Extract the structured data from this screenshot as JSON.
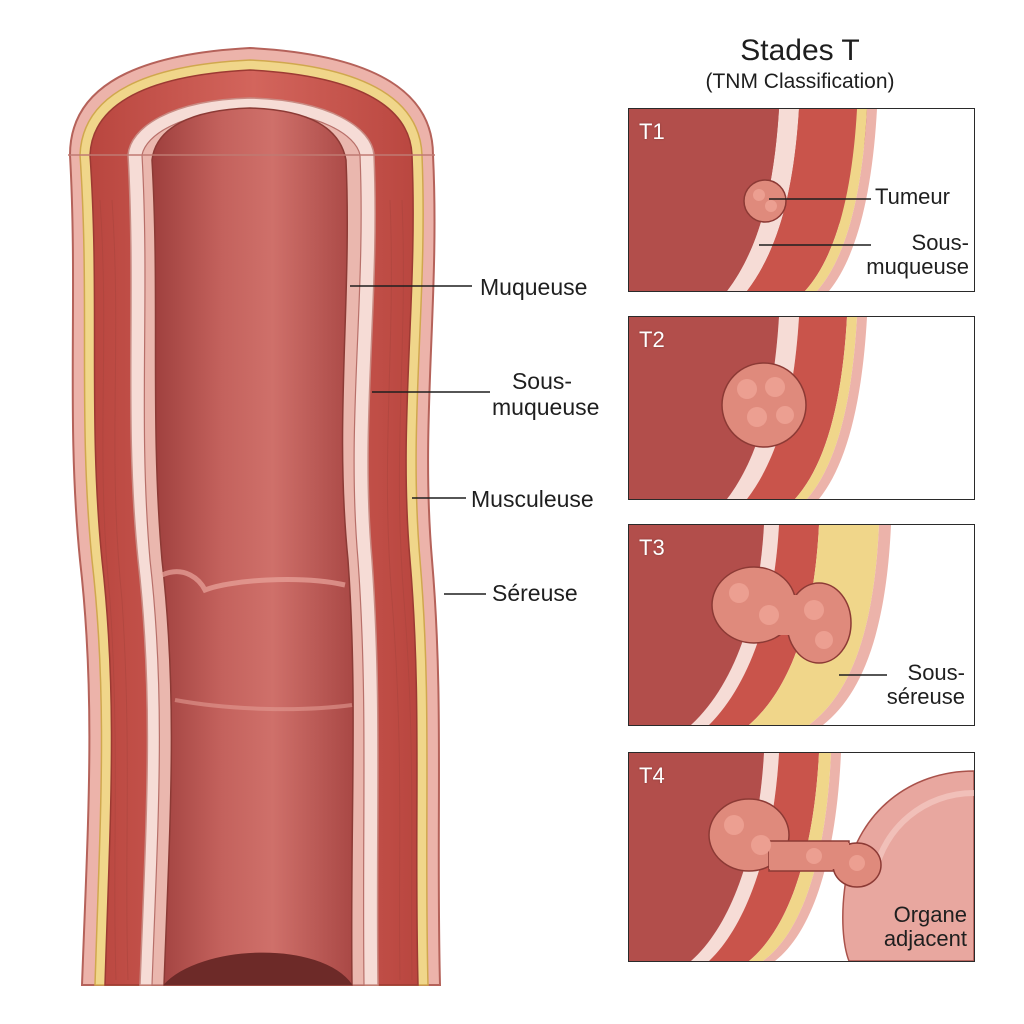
{
  "title": {
    "main": "Stades T",
    "sub": "(TNM Classification)"
  },
  "wall_labels": {
    "muqueuse": "Muqueuse",
    "sous_muqueuse_1": "Sous-",
    "sous_muqueuse_2": "muqueuse",
    "musculeuse": "Musculeuse",
    "sereuse": "Séreuse"
  },
  "stages": [
    {
      "label": "T1",
      "notes": [
        "Tumeur",
        "Sous-",
        "muqueuse"
      ]
    },
    {
      "label": "T2",
      "notes": []
    },
    {
      "label": "T3",
      "notes": [
        "Sous-",
        "séreuse"
      ]
    },
    {
      "label": "T4",
      "notes": [
        "Organe",
        "adjacent"
      ]
    }
  ],
  "colors": {
    "lumen": "#b8524f",
    "mucosa": "#f2cfc9",
    "muscle": "#c8524a",
    "serosa": "#f2d98a",
    "tumor": "#df8a7c",
    "outline": "#8c3a35"
  }
}
